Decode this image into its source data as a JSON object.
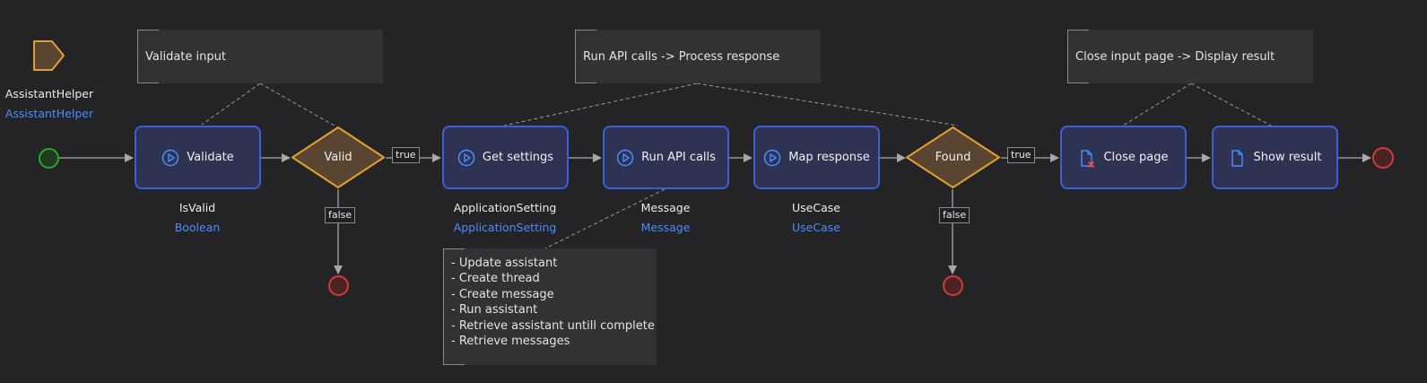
{
  "microflow": {
    "parameter": {
      "name": "AssistantHelper",
      "type": "AssistantHelper"
    },
    "annotations": [
      {
        "text": "Validate input"
      },
      {
        "text": "Run API calls -> Process response"
      },
      {
        "text": "Close input page -> Display result"
      }
    ],
    "api_notes": [
      "- Update assistant",
      "- Create thread",
      "- Create message",
      "- Run assistant",
      "- Retrieve assistant untill complete",
      "- Retrieve messages"
    ],
    "activities": {
      "validate": {
        "label": "Validate",
        "output_name": "IsValid",
        "output_type": "Boolean"
      },
      "get_settings": {
        "label": "Get settings",
        "output_name": "ApplicationSetting",
        "output_type": "ApplicationSetting"
      },
      "run_api": {
        "label": "Run API calls",
        "output_name": "Message",
        "output_type": "Message"
      },
      "map_response": {
        "label": "Map response",
        "output_name": "UseCase",
        "output_type": "UseCase"
      },
      "close_page": {
        "label": "Close page"
      },
      "show_result": {
        "label": "Show result"
      }
    },
    "decisions": {
      "valid": {
        "label": "Valid",
        "true_label": "true",
        "false_label": "false"
      },
      "found": {
        "label": "Found",
        "true_label": "true",
        "false_label": "false"
      }
    },
    "colors": {
      "background": "#242326",
      "activity_fill": "#2e3354",
      "activity_border": "#3e5ed8",
      "decision_fill": "#5a4532",
      "decision_border": "#e0a030",
      "start_event": "#2fa52f",
      "end_event": "#d43a3a",
      "link_text": "#4a8dff"
    }
  }
}
